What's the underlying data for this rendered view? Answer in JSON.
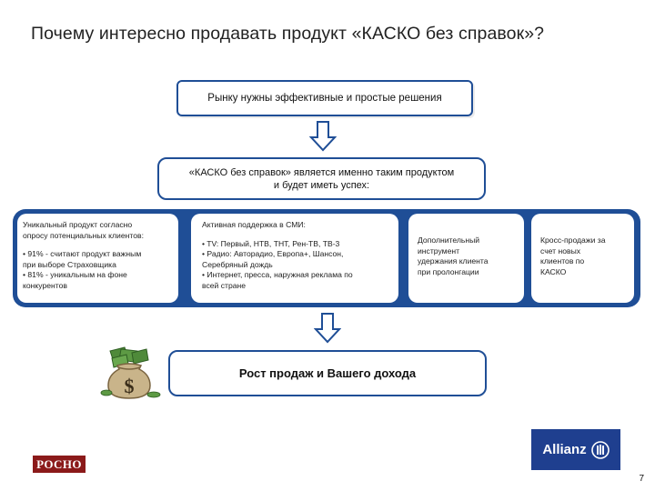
{
  "slide": {
    "title": "Почему интересно продавать продукт «КАСКО без справок»?",
    "top_box": "Рынку нужны эффективные и простые решения",
    "middle_box_line1": "«КАСКО без справок» является именно таким продуктом",
    "middle_box_line2": "и будет иметь успех:",
    "cards": [
      {
        "lines": [
          "Уникальный продукт согласно",
          "опросу потенциальных клиентов:",
          "",
          "• 91% - считают продукт важным",
          "при выборе Страховщика",
          "• 81% - уникальным на фоне",
          "конкурентов"
        ]
      },
      {
        "lines": [
          "Активная поддержка в СМИ:",
          "",
          "• TV: Первый, НТВ, ТНТ, Рен-ТВ, ТВ-3",
          "• Радио: Авторадио, Европа+, Шансон,",
          "Серебряный дождь",
          "• Интернет, пресса, наружная реклама по",
          "всей стране"
        ]
      },
      {
        "lines": [
          "Дополнительный",
          "инструмент",
          "удержания клиента",
          "при пролонгации"
        ]
      },
      {
        "lines": [
          "Кросс-продажи за",
          "счет новых",
          "клиентов по",
          "КАСКО"
        ]
      }
    ],
    "bottom_box": "Рост продаж и Вашего дохода",
    "page_number": "7"
  },
  "logos": {
    "left": "РОСНО",
    "right": "Allianz"
  },
  "icons": {
    "arrows": "down-arrow-icon",
    "bag": "money-bag-icon",
    "allianz_mark": "allianz-eagle-icon"
  },
  "colors": {
    "brand_blue": "#1f4e96",
    "allianz_blue": "#1f3f8f",
    "rosno_red": "#8b1a1a"
  }
}
